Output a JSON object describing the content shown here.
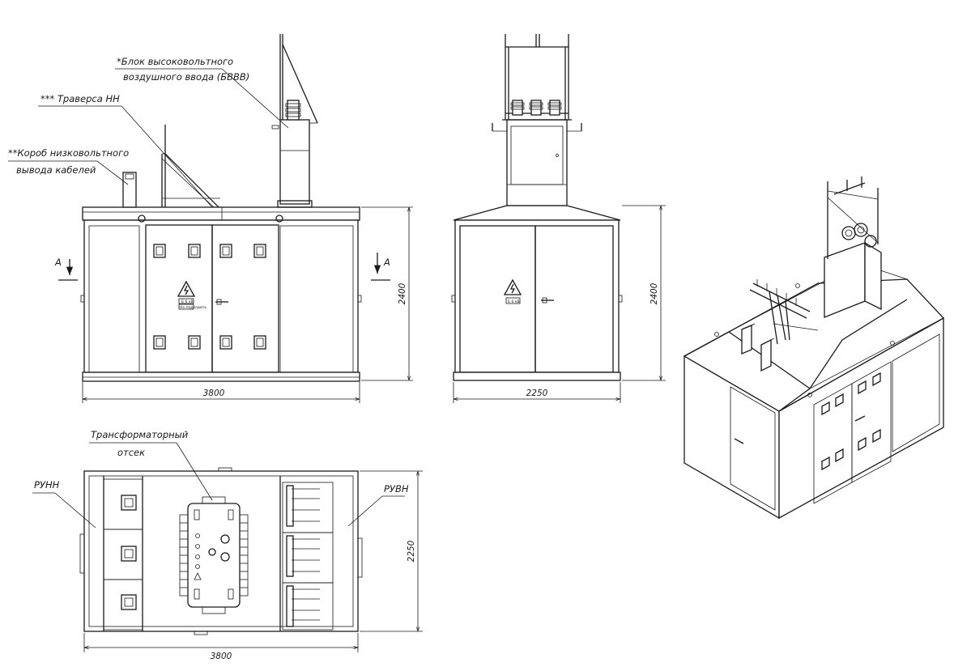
{
  "labels": {
    "bvvv_line1": "*Блок высоковольтного",
    "bvvv_line2": "воздушного ввода (БВВВ)",
    "traversa": "*** Траверса НН",
    "korob_line1": "**Короб низковольтного",
    "korob_line2": "вывода кабелей",
    "section_left": "А",
    "section_right": "А",
    "transformer_line1": "Трансформаторный",
    "transformer_line2": "отсек",
    "runn": "РУНН",
    "ruvn": "РУВН",
    "plate_front": "Б 6 кВ",
    "plate_front_sub": "Не подходить",
    "plate_side": "Б 6 кВ"
  },
  "dimensions": {
    "front_width": "3800",
    "front_height": "2400",
    "side_width": "2250",
    "side_height": "2400",
    "plan_width": "3800",
    "plan_depth": "2250"
  },
  "colors": {
    "line": "#1a1a1a",
    "background": "#ffffff"
  }
}
